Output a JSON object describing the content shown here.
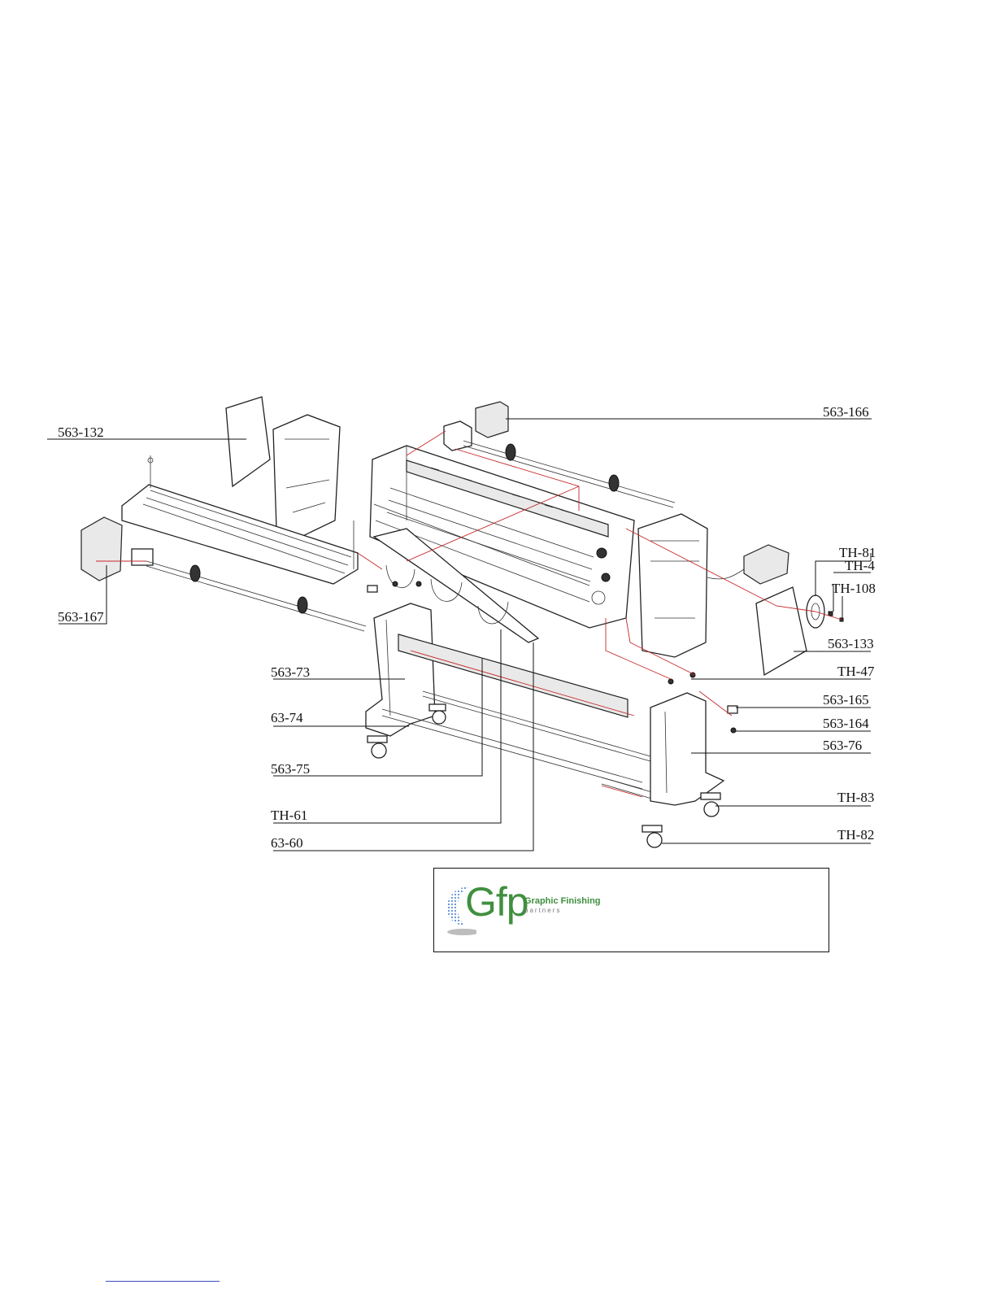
{
  "diagram": {
    "labels": {
      "l563_132": "563-132",
      "l563_166": "563-166",
      "l563_167": "563-167",
      "lTH_81": "TH-81",
      "lTH_4": "TH-4",
      "lTH_108": "TH-108",
      "l563_133": "563-133",
      "lTH_47": "TH-47",
      "l563_73": "563-73",
      "l563_165": "563-165",
      "l63_74": "63-74",
      "l563_164": "563-164",
      "l563_76": "563-76",
      "l563_75": "563-75",
      "lTH_83": "TH-83",
      "lTH_61": "TH-61",
      "lTH_82": "TH-82",
      "l63_60": "63-60"
    }
  },
  "logo": {
    "letters": "Gfp",
    "name": "Graphic Finishing",
    "sub": "partners"
  }
}
